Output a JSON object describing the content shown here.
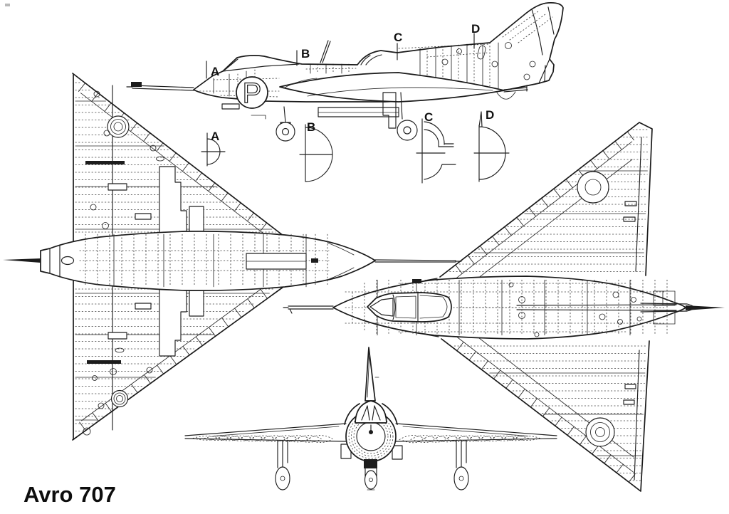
{
  "title": "Avro 707",
  "side_view": {
    "station_labels": [
      "A",
      "B",
      "C",
      "D"
    ],
    "prototype_marking": "P"
  },
  "cross_sections": {
    "labels": [
      "A",
      "B",
      "C",
      "D"
    ]
  }
}
